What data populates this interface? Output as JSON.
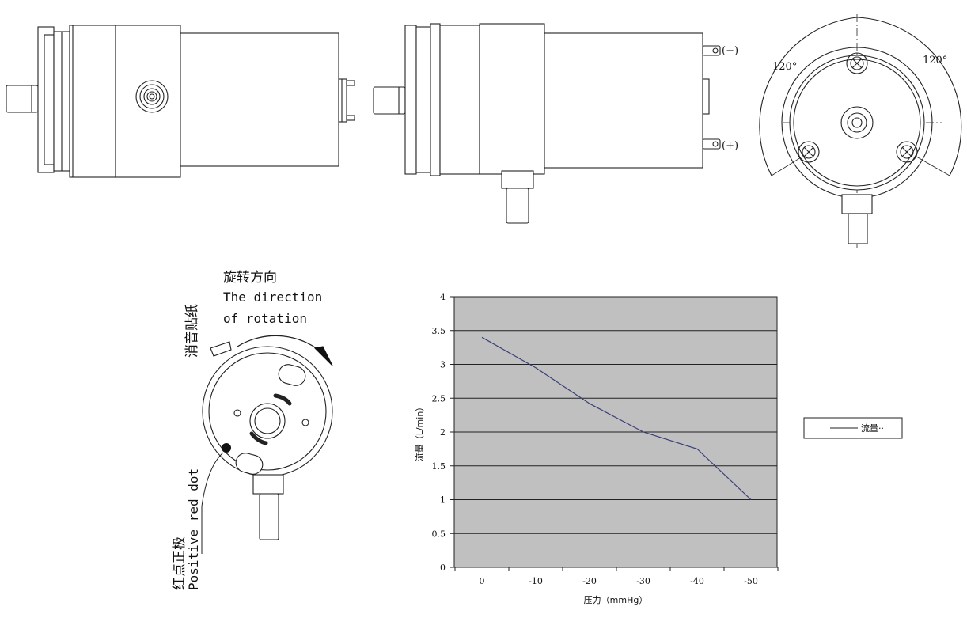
{
  "drawings": {
    "front_view_neg_terminal": "(−)",
    "front_view_pos_terminal": "(+)",
    "end_view_angle_left": "120°",
    "end_view_angle_right": "120°"
  },
  "rotation": {
    "title_cn": "旋转方向",
    "title_en_line1": "The direction",
    "title_en_line2": "of rotation",
    "sticker_label": "消音贴纸",
    "red_dot_cn": "红点正极",
    "red_dot_en": "Positive red dot"
  },
  "chart_data": {
    "type": "line",
    "title": "",
    "xlabel": "压力（mmHg）",
    "ylabel": "流量（L/min）",
    "x": [
      0,
      -10,
      -20,
      -30,
      -40,
      -50
    ],
    "x_tick_labels": [
      "0",
      "-10",
      "-20",
      "-30",
      "-40",
      "-50"
    ],
    "y_tick_labels": [
      "0",
      "0.5",
      "1",
      "1.5",
      "2",
      "2.5",
      "3",
      "3.5",
      "4"
    ],
    "ylim": [
      0,
      4
    ],
    "series": [
      {
        "name": "流量··",
        "values": [
          3.4,
          2.95,
          2.42,
          2.0,
          1.75,
          1.0
        ],
        "color": "#3a3f7a"
      }
    ],
    "grid": true,
    "plot_background": "#c0c0c0",
    "legend_position": "right"
  }
}
